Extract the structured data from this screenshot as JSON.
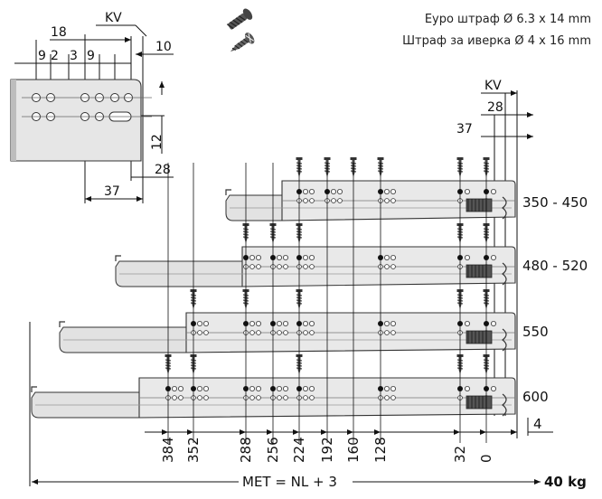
{
  "screws": {
    "euro": "Еуро штраф Ø 6.3 x 14 mm",
    "wood": "Штраф за иверка Ø 4 x 16 mm"
  },
  "detail": {
    "kv": "KV",
    "d18": "18",
    "d10": "10",
    "d9a": "9",
    "d2": "2",
    "d3": "3",
    "d9b": "9",
    "d12": "12",
    "d28": "28",
    "d37": "37"
  },
  "right_dims": {
    "kv": "KV",
    "d28": "28",
    "d37": "37"
  },
  "ranges": [
    "350 - 450",
    "480 - 520",
    "550",
    "600"
  ],
  "bottom_marks": [
    "384",
    "352",
    "288",
    "256",
    "224",
    "192",
    "160",
    "128",
    "32",
    "0"
  ],
  "dim4": "4",
  "met": "MET = NL + 3",
  "load": "40 kg"
}
